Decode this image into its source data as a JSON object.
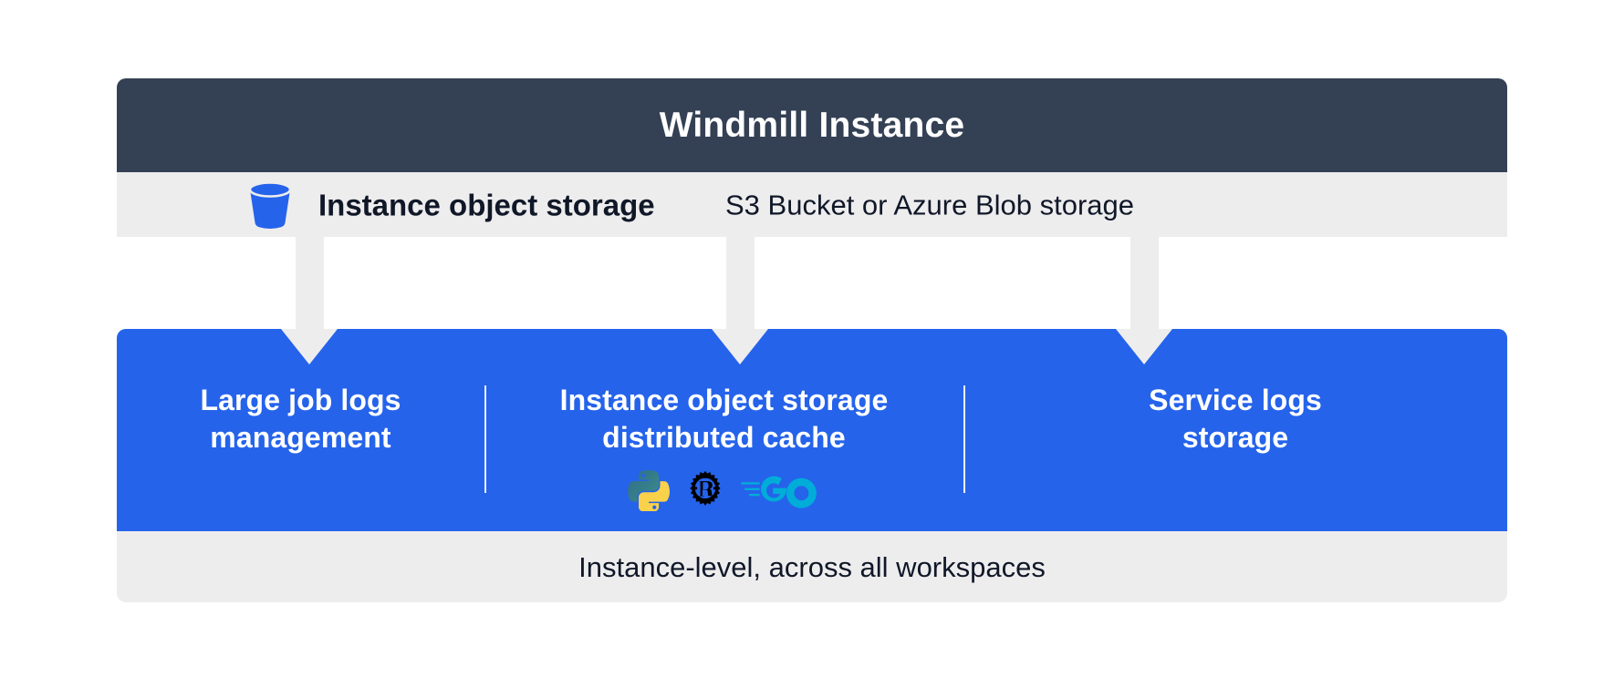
{
  "diagram": {
    "header": {
      "title": "Windmill Instance",
      "bg_color": "#344054",
      "text_color": "#FFFFFF"
    },
    "subheader": {
      "icon": "bucket-icon",
      "icon_color": "#2563EB",
      "main_label": "Instance object storage",
      "sub_label": "S3 Bucket or Azure Blob storage",
      "bg_color": "#EEEDEE"
    },
    "connectors": [
      {
        "name": "arrow-to-large-job-logs",
        "direction": "down"
      },
      {
        "name": "arrow-to-distributed-cache",
        "direction": "down"
      },
      {
        "name": "arrow-to-service-logs",
        "direction": "down"
      }
    ],
    "panel": {
      "bg_color": "#2563EB",
      "columns": [
        {
          "id": "large-job-logs-management",
          "title": "Large job logs\nmanagement",
          "logos": []
        },
        {
          "id": "instance-object-storage-distributed-cache",
          "title": "Instance object storage\ndistributed cache",
          "logos": [
            "python-logo",
            "rust-logo",
            "go-logo"
          ]
        },
        {
          "id": "service-logs-storage",
          "title": "Service logs\nstorage",
          "logos": []
        }
      ]
    },
    "footer": {
      "text": "Instance-level, across all workspaces",
      "bg_color": "#EEEDEE"
    }
  }
}
